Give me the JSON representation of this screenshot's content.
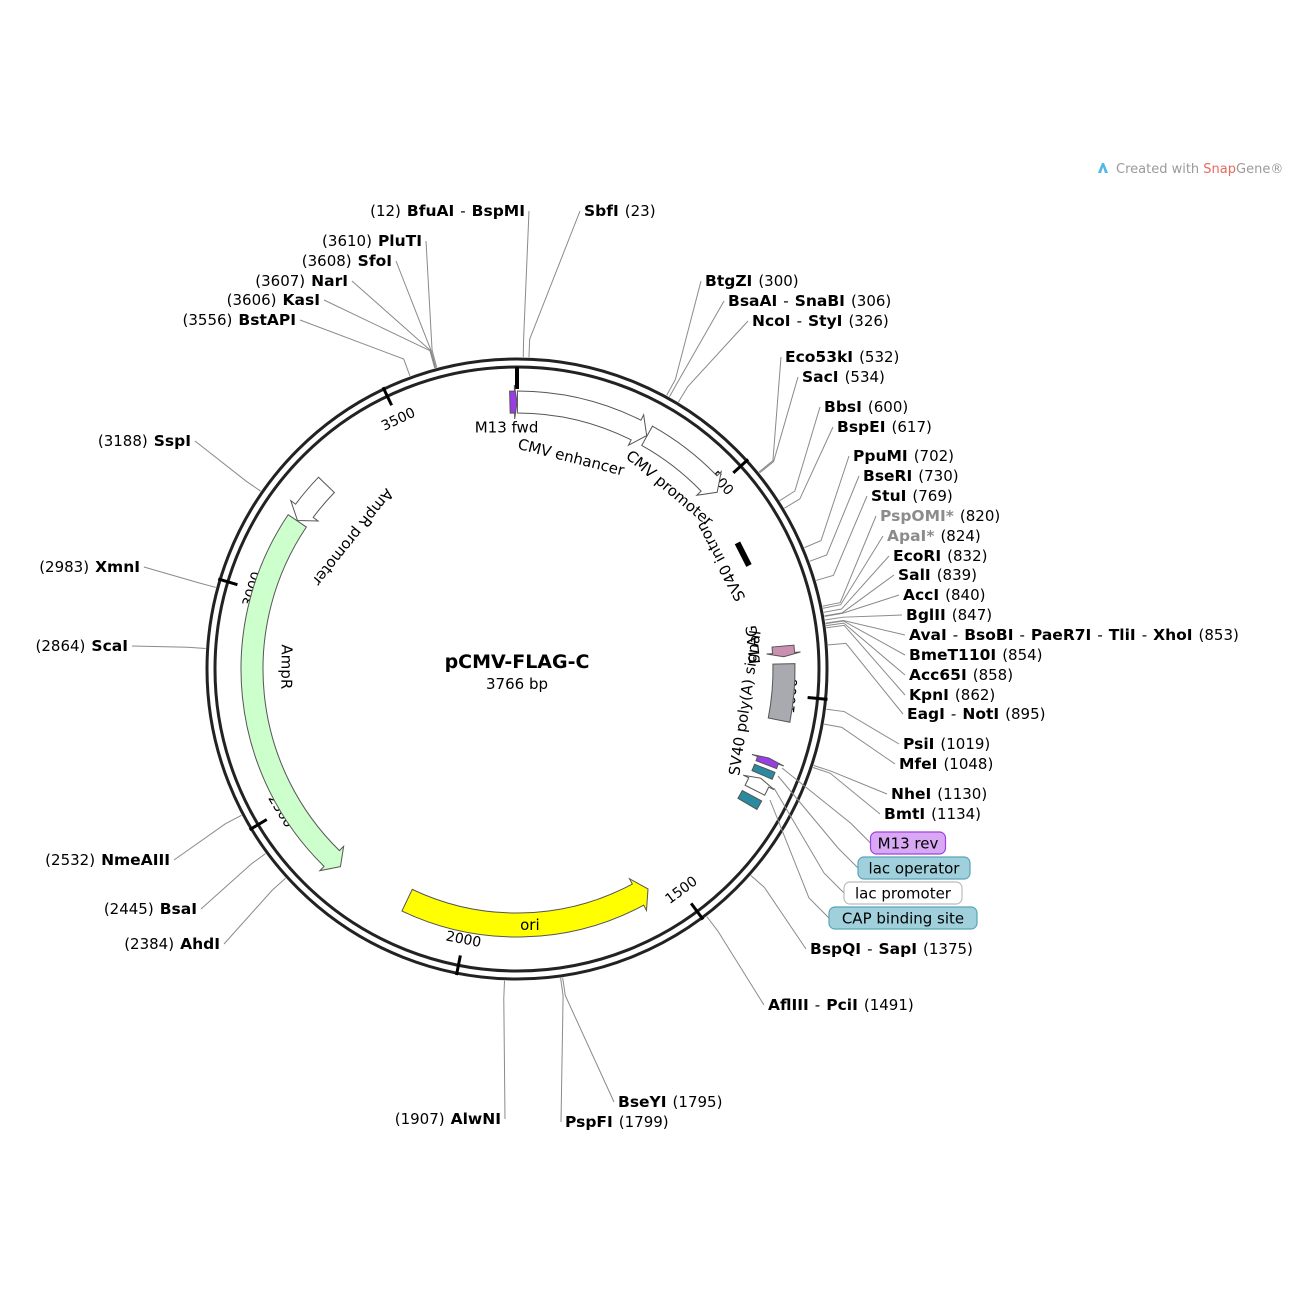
{
  "plasmid": {
    "name": "pCMV-FLAG-C",
    "length_label": "3766 bp",
    "length": 3766
  },
  "credit": {
    "prefix": "Created with ",
    "brand_a": "Snap",
    "brand_b": "Gene",
    "mark": "®"
  },
  "ticks": [
    {
      "pos": 500,
      "label": "500"
    },
    {
      "pos": 1000,
      "label": "1000"
    },
    {
      "pos": 1500,
      "label": "1500"
    },
    {
      "pos": 2000,
      "label": "2000"
    },
    {
      "pos": 2500,
      "label": "2500"
    },
    {
      "pos": 3000,
      "label": "3000"
    },
    {
      "pos": 3500,
      "label": "3500"
    }
  ],
  "features": [
    {
      "name": "M13 fwd",
      "label": "M13 fwd",
      "start": 3750,
      "end": 3766,
      "strand": 1,
      "color": "#9b3de6",
      "track": "inner"
    },
    {
      "name": "CMV enhancer",
      "label": "CMV enhancer",
      "start": 1,
      "end": 304,
      "strand": 1,
      "color": "#ffffff",
      "track": "inner"
    },
    {
      "name": "CMV promoter",
      "label": "CMV promoter",
      "start": 305,
      "end": 508,
      "strand": 1,
      "color": "#ffffff",
      "track": "inner"
    },
    {
      "name": "SV40 intron",
      "label": "SV40 intron",
      "start": 610,
      "end": 700,
      "strand": 0,
      "color": "#000000",
      "track": "inner"
    },
    {
      "name": "FLAG",
      "label": "FLAG",
      "start": 890,
      "end": 914,
      "strand": 1,
      "color": "#c990b0",
      "track": "inner"
    },
    {
      "name": "SV40 poly(A) signal",
      "label": "SV40 poly(A) signal",
      "start": 930,
      "end": 1057,
      "strand": 0,
      "color": "#a9aab0",
      "track": "inner"
    },
    {
      "name": "M13 rev",
      "label": "M13 rev",
      "start": 1145,
      "end": 1161,
      "strand": -1,
      "color": "#9b3de6",
      "track": "inner"
    },
    {
      "name": "lac operator",
      "label": "lac operator",
      "start": 1170,
      "end": 1186,
      "strand": 0,
      "color": "#2a8aa0",
      "track": "inner"
    },
    {
      "name": "lac promoter",
      "label": "lac promoter",
      "start": 1194,
      "end": 1224,
      "strand": -1,
      "color": "#ffffff",
      "track": "inner"
    },
    {
      "name": "CAP binding site",
      "label": "CAP binding site",
      "start": 1238,
      "end": 1259,
      "strand": 0,
      "color": "#2a8aa0",
      "track": "inner"
    },
    {
      "name": "ori",
      "label": "ori",
      "start": 1561,
      "end": 2149,
      "strand": -1,
      "color": "#ffff00",
      "track": "ori"
    },
    {
      "name": "AmpR",
      "label": "AmpR",
      "start": 2320,
      "end": 3180,
      "strand": -1,
      "color": "#ccffcc",
      "track": "amp"
    },
    {
      "name": "AmpR promoter",
      "label": "AmpR promoter",
      "start": 3181,
      "end": 3285,
      "strand": -1,
      "color": "#ffffff",
      "track": "amp"
    }
  ],
  "legend_boxes": [
    {
      "name": "M13 rev",
      "bg": "#d8a8f5",
      "border": "#a040e0"
    },
    {
      "name": "lac operator",
      "bg": "#9fd0dc",
      "border": "#5aa4b8"
    },
    {
      "name": "lac promoter",
      "bg": "#ffffff",
      "border": "#bbbbbb"
    },
    {
      "name": "CAP binding site",
      "bg": "#9fd0dc",
      "border": "#5aa4b8"
    }
  ],
  "sites": [
    {
      "label": [
        [
          "(12)",
          "p"
        ],
        [
          "BfuAI",
          "e"
        ],
        [
          "-",
          "d"
        ],
        [
          "BspMI",
          "e"
        ]
      ],
      "pos": 12
    },
    {
      "label": [
        [
          "SbfI",
          "e"
        ],
        [
          "(23)",
          "p"
        ]
      ],
      "pos": 23
    },
    {
      "label": [
        [
          "(3610)",
          "p"
        ],
        [
          "PluTI",
          "e"
        ]
      ],
      "pos": 3610
    },
    {
      "label": [
        [
          "(3608)",
          "p"
        ],
        [
          "SfoI",
          "e"
        ]
      ],
      "pos": 3608
    },
    {
      "label": [
        [
          "(3607)",
          "p"
        ],
        [
          "NarI",
          "e"
        ]
      ],
      "pos": 3607
    },
    {
      "label": [
        [
          "(3606)",
          "p"
        ],
        [
          "KasI",
          "e"
        ]
      ],
      "pos": 3606
    },
    {
      "label": [
        [
          "(3556)",
          "p"
        ],
        [
          "BstAPI",
          "e"
        ]
      ],
      "pos": 3556
    },
    {
      "label": [
        [
          "(3188)",
          "p"
        ],
        [
          "SspI",
          "e"
        ]
      ],
      "pos": 3188
    },
    {
      "label": [
        [
          "(2983)",
          "p"
        ],
        [
          "XmnI",
          "e"
        ]
      ],
      "pos": 2983
    },
    {
      "label": [
        [
          "(2864)",
          "p"
        ],
        [
          "ScaI",
          "e"
        ]
      ],
      "pos": 2864
    },
    {
      "label": [
        [
          "(2532)",
          "p"
        ],
        [
          "NmeAIII",
          "e"
        ]
      ],
      "pos": 2532
    },
    {
      "label": [
        [
          "(2445)",
          "p"
        ],
        [
          "BsaI",
          "e"
        ]
      ],
      "pos": 2445
    },
    {
      "label": [
        [
          "(2384)",
          "p"
        ],
        [
          "AhdI",
          "e"
        ]
      ],
      "pos": 2384
    },
    {
      "label": [
        [
          "(1907)",
          "p"
        ],
        [
          "AlwNI",
          "e"
        ]
      ],
      "pos": 1907
    },
    {
      "label": [
        [
          "BseYI",
          "e"
        ],
        [
          "(1795)",
          "p"
        ]
      ],
      "pos": 1795
    },
    {
      "label": [
        [
          "PspFI",
          "e"
        ],
        [
          "(1799)",
          "p"
        ]
      ],
      "pos": 1799
    },
    {
      "label": [
        [
          "AflIII",
          "e"
        ],
        [
          "-",
          "d"
        ],
        [
          "PciI",
          "e"
        ],
        [
          "(1491)",
          "p"
        ]
      ],
      "pos": 1491
    },
    {
      "label": [
        [
          "BspQI",
          "e"
        ],
        [
          "-",
          "d"
        ],
        [
          "SapI",
          "e"
        ],
        [
          "(1375)",
          "p"
        ]
      ],
      "pos": 1375
    },
    {
      "label": [
        [
          "BtgZI",
          "e"
        ],
        [
          "(300)",
          "p"
        ]
      ],
      "pos": 300
    },
    {
      "label": [
        [
          "BsaAI",
          "e"
        ],
        [
          "-",
          "d"
        ],
        [
          "SnaBI",
          "e"
        ],
        [
          "(306)",
          "p"
        ]
      ],
      "pos": 306
    },
    {
      "label": [
        [
          "NcoI",
          "e"
        ],
        [
          "-",
          "d"
        ],
        [
          "StyI",
          "e"
        ],
        [
          "(326)",
          "p"
        ]
      ],
      "pos": 326
    },
    {
      "label": [
        [
          "Eco53kI",
          "e"
        ],
        [
          "(532)",
          "p"
        ]
      ],
      "pos": 532
    },
    {
      "label": [
        [
          "SacI",
          "e"
        ],
        [
          "(534)",
          "p"
        ]
      ],
      "pos": 534
    },
    {
      "label": [
        [
          "BbsI",
          "e"
        ],
        [
          "(600)",
          "p"
        ]
      ],
      "pos": 600
    },
    {
      "label": [
        [
          "BspEI",
          "e"
        ],
        [
          "(617)",
          "p"
        ]
      ],
      "pos": 617
    },
    {
      "label": [
        [
          "PpuMI",
          "e"
        ],
        [
          "(702)",
          "p"
        ]
      ],
      "pos": 702
    },
    {
      "label": [
        [
          "BseRI",
          "e"
        ],
        [
          "(730)",
          "p"
        ]
      ],
      "pos": 730
    },
    {
      "label": [
        [
          "StuI",
          "e"
        ],
        [
          "(769)",
          "p"
        ]
      ],
      "pos": 769
    },
    {
      "label": [
        [
          "PspOMI*",
          "g"
        ],
        [
          "(820)",
          "p"
        ]
      ],
      "pos": 820
    },
    {
      "label": [
        [
          "ApaI*",
          "g"
        ],
        [
          "(824)",
          "p"
        ]
      ],
      "pos": 824
    },
    {
      "label": [
        [
          "EcoRI",
          "e"
        ],
        [
          "(832)",
          "p"
        ]
      ],
      "pos": 832
    },
    {
      "label": [
        [
          "SalI",
          "e"
        ],
        [
          "(839)",
          "p"
        ]
      ],
      "pos": 839
    },
    {
      "label": [
        [
          "AccI",
          "e"
        ],
        [
          "(840)",
          "p"
        ]
      ],
      "pos": 840
    },
    {
      "label": [
        [
          "BglII",
          "e"
        ],
        [
          "(847)",
          "p"
        ]
      ],
      "pos": 847
    },
    {
      "label": [
        [
          "AvaI",
          "e"
        ],
        [
          "-",
          "d"
        ],
        [
          "BsoBI",
          "e"
        ],
        [
          "-",
          "d"
        ],
        [
          "PaeR7I",
          "e"
        ],
        [
          "-",
          "d"
        ],
        [
          "TliI",
          "e"
        ],
        [
          "-",
          "d"
        ],
        [
          "XhoI",
          "e"
        ],
        [
          "(853)",
          "p"
        ]
      ],
      "pos": 853
    },
    {
      "label": [
        [
          "BmeT110I",
          "e"
        ],
        [
          "(854)",
          "p"
        ]
      ],
      "pos": 854
    },
    {
      "label": [
        [
          "Acc65I",
          "e"
        ],
        [
          "(858)",
          "p"
        ]
      ],
      "pos": 858
    },
    {
      "label": [
        [
          "KpnI",
          "e"
        ],
        [
          "(862)",
          "p"
        ]
      ],
      "pos": 862
    },
    {
      "label": [
        [
          "EagI",
          "e"
        ],
        [
          "-",
          "d"
        ],
        [
          "NotI",
          "e"
        ],
        [
          "(895)",
          "p"
        ]
      ],
      "pos": 895
    },
    {
      "label": [
        [
          "PsiI",
          "e"
        ],
        [
          "(1019)",
          "p"
        ]
      ],
      "pos": 1019
    },
    {
      "label": [
        [
          "MfeI",
          "e"
        ],
        [
          "(1048)",
          "p"
        ]
      ],
      "pos": 1048
    },
    {
      "label": [
        [
          "NheI",
          "e"
        ],
        [
          "(1130)",
          "p"
        ]
      ],
      "pos": 1130
    },
    {
      "label": [
        [
          "BmtI",
          "e"
        ],
        [
          "(1134)",
          "p"
        ]
      ],
      "pos": 1134
    }
  ]
}
